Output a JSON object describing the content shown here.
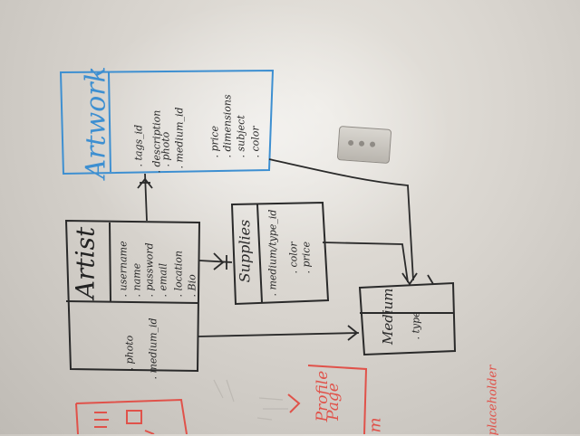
{
  "artwork": {
    "title": "Artwork",
    "fields": [
      ". tags_id",
      ". description",
      ". photo",
      ". medium_id",
      ". price",
      ". dimensions",
      ". subject",
      ". color"
    ]
  },
  "artist": {
    "title": "Artist",
    "fields": [
      ". username",
      ". name",
      ". password",
      ". email",
      ". location",
      ". Bio"
    ],
    "lower_fields": [
      ". photo",
      ". medium_id"
    ]
  },
  "supplies": {
    "title": "Supplies",
    "fields": [
      ". medium/type_id",
      ". color",
      ". price"
    ]
  },
  "medium": {
    "title": "Medium",
    "fields": [
      ". type"
    ]
  },
  "profile_page": {
    "line1": "Profile",
    "line2": "Page"
  },
  "placeholder_text": "placeholder",
  "m_fragment": "m",
  "colors": {
    "blue": "#3d8fd1",
    "black": "#2a2a2a",
    "red": "#e0524a",
    "board": "#dedad4"
  }
}
